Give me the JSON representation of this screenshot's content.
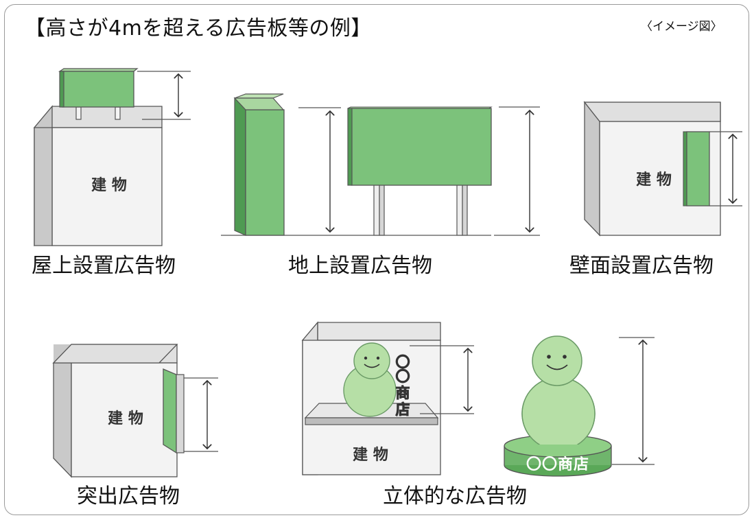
{
  "header": {
    "title": "【高さが4mを超える広告板等の例】",
    "note": "〈イメージ図〉"
  },
  "building_label": "建 物",
  "shop_label_vertical": [
    "〇",
    "〇",
    "商",
    "店"
  ],
  "shop_label_base": "〇〇商店",
  "captions": {
    "rooftop": "屋上設置広告物",
    "ground": "地上設置広告物",
    "wall": "壁面設置広告物",
    "projecting": "突出広告物",
    "threed": "立体的な広告物"
  },
  "colors": {
    "sign_green": "#7cc27b",
    "sign_dark": "#4f9a52",
    "light_green": "#b6dfa6",
    "building_front": "#f2f2f2",
    "building_side": "#cfcfcf",
    "outline": "#555555"
  }
}
